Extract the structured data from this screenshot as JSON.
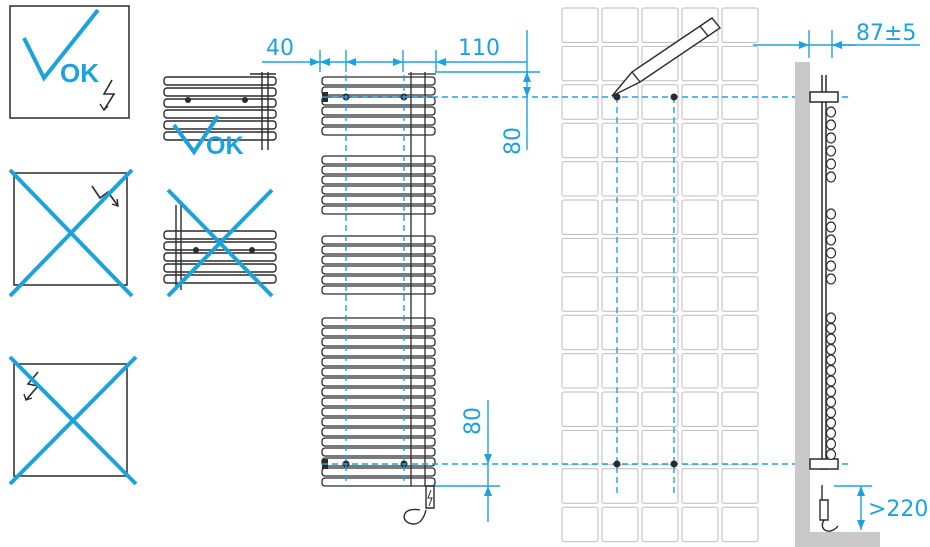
{
  "colors": {
    "accent": "#1ca3de",
    "line": "#2b2b2b",
    "tile": "#b8b8b8",
    "wall": "#c9c9c9"
  },
  "badges": {
    "ok_symbol": "OK",
    "ok_symbol_2": "OK"
  },
  "dimensions": {
    "left_offset": "40",
    "bar_offset": "110",
    "top_spacing": "80",
    "bottom_spacing": "80",
    "wall_distance": "87±5",
    "floor_clearance": ">220"
  },
  "icons": {
    "ok_panel": "checkmark-ok-icon",
    "electric": "lightning-bolt-icon",
    "prohibited": "cross-out-icon",
    "pencil": "pencil-icon",
    "cable": "power-cable-icon"
  }
}
